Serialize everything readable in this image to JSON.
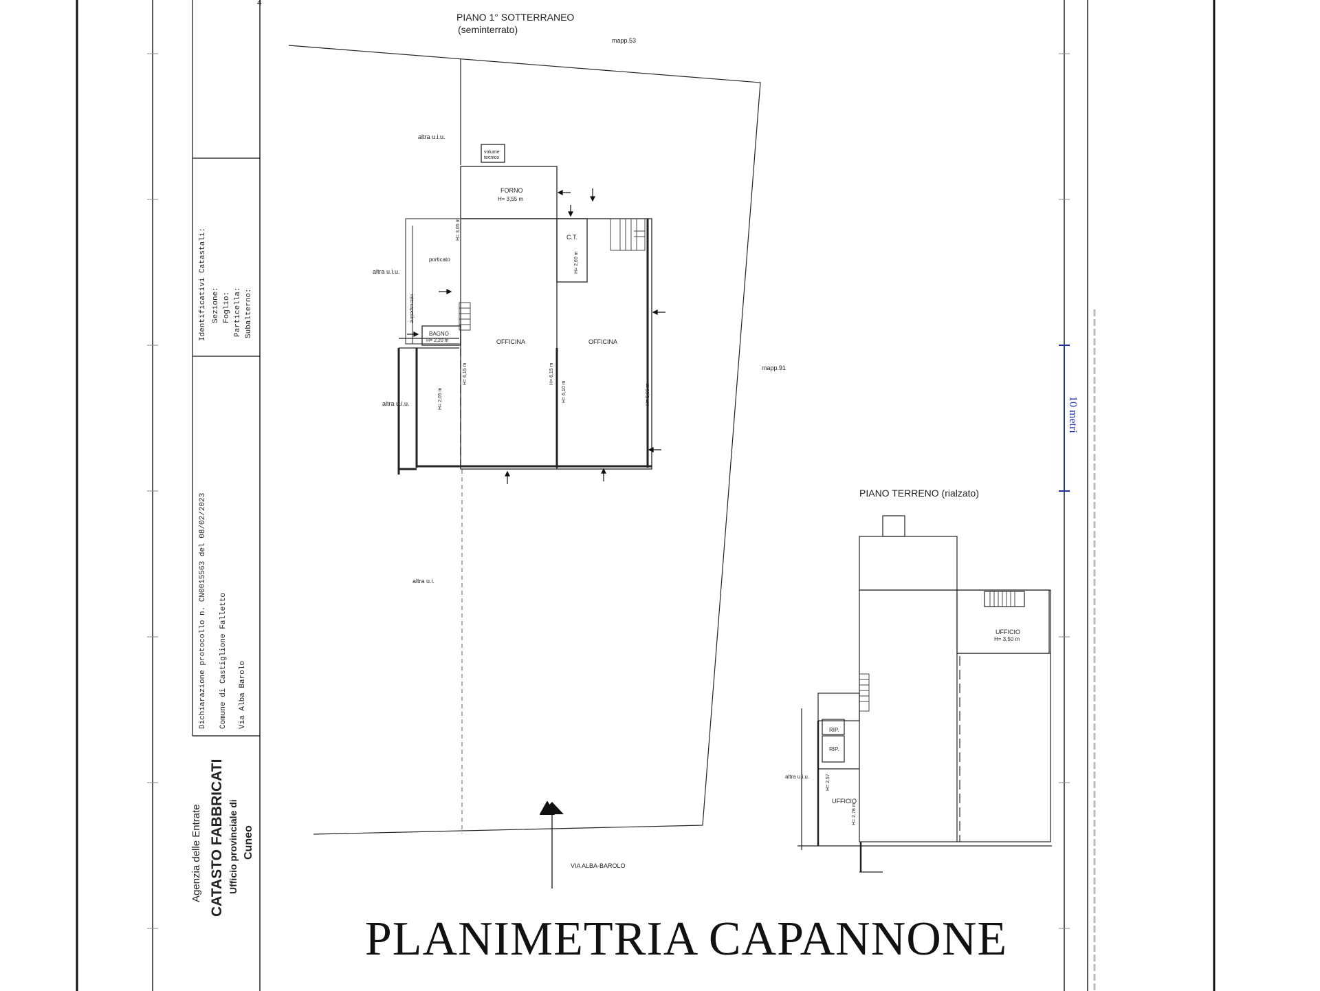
{
  "sidebar": {
    "agency_line1": "Agenzia delle Entrate",
    "agency_line2": "CATASTO FABBRICATI",
    "agency_line3": "Ufficio provinciale di",
    "agency_line4": "Cuneo",
    "declaration": "Dichiarazione protocollo n.   CN0015563 del    08/02/2023",
    "comune": "Comune di Castiglione Falletto",
    "address": "Via Alba Barolo",
    "identifiers_title": "Identificativi Catastali:",
    "id_sezione": "Sezione:",
    "id_foglio": "Foglio:",
    "id_particella": "Particella:",
    "id_subalterno": "Subalterno:",
    "page_number": "4"
  },
  "basement": {
    "title": "PIANO 1° SOTTERRANEO",
    "subtitle": "(seminterrato)",
    "mapp_top": "mapp.53",
    "mapp_right": "mapp.91",
    "altra_uiu_1": "altra u.i.u.",
    "altra_uiu_2": "altra u.i.u.",
    "altra_ui_3": "altra u.i.u.",
    "altra_ui_4": "altra u.i.",
    "volume_tecnico_1": "volume",
    "volume_tecnico_2": "tecnico",
    "forno": "FORNO",
    "forno_h": "H= 3,55 m",
    "ct": "C.T.",
    "ct_h": "H= 2,60 m",
    "porticato": "porticato",
    "intercapedine": "intercapedine",
    "bagno": "BAGNO",
    "bagno_h": "H= 2,20 m",
    "officina_left": "OFFICINA",
    "officina_right": "OFFICINA",
    "h_305": "H= 3,05 m",
    "h_615": "H= 6,15 m",
    "h_615b": "H= 6,15 m",
    "h_610": "H= 6,10 m",
    "h_566": "H= 5,66 m",
    "h_205": "H= 2,05 m",
    "street": "VIA ALBA-BAROLO"
  },
  "ground": {
    "title": "PIANO TERRENO (rialzato)",
    "ufficio_top": "UFFICIO",
    "ufficio_top_h": "H= 3,50 m",
    "rip_1": "RIP.",
    "rip_2": "RIP.",
    "ufficio_bottom": "UFFICIO",
    "h_257": "H= 2,57",
    "h_278": "H= 2,78 m",
    "altra_ui": "altra u.i.u."
  },
  "scale": {
    "label": "10 metri"
  },
  "main_title": "PLANIMETRIA CAPANNONE"
}
